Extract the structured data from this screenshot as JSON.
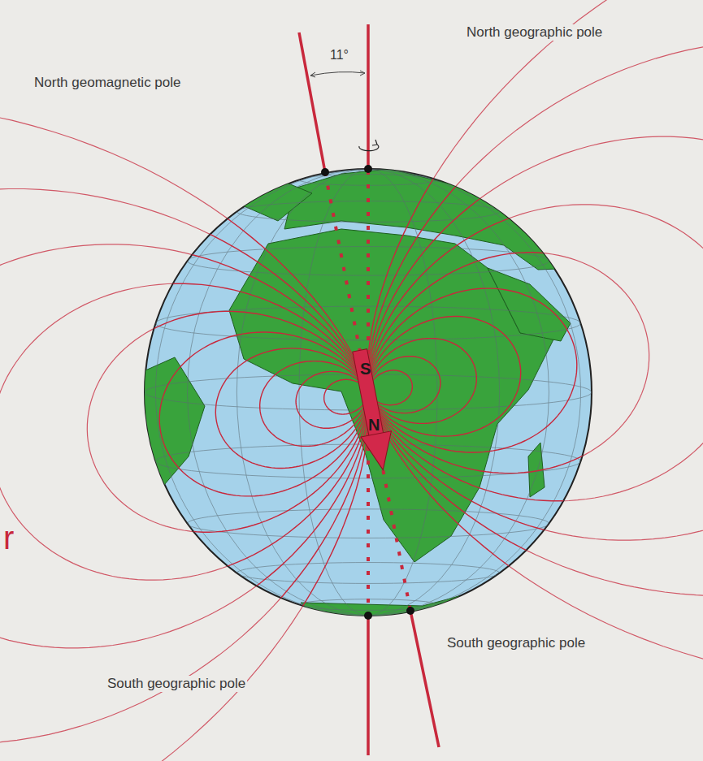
{
  "diagram": {
    "labels": [
      "North geomagnetic pole",
      "11°",
      "North geographic pole",
      "S",
      "N",
      "r",
      "South geographic pole",
      "South geographic pole"
    ]
  }
}
